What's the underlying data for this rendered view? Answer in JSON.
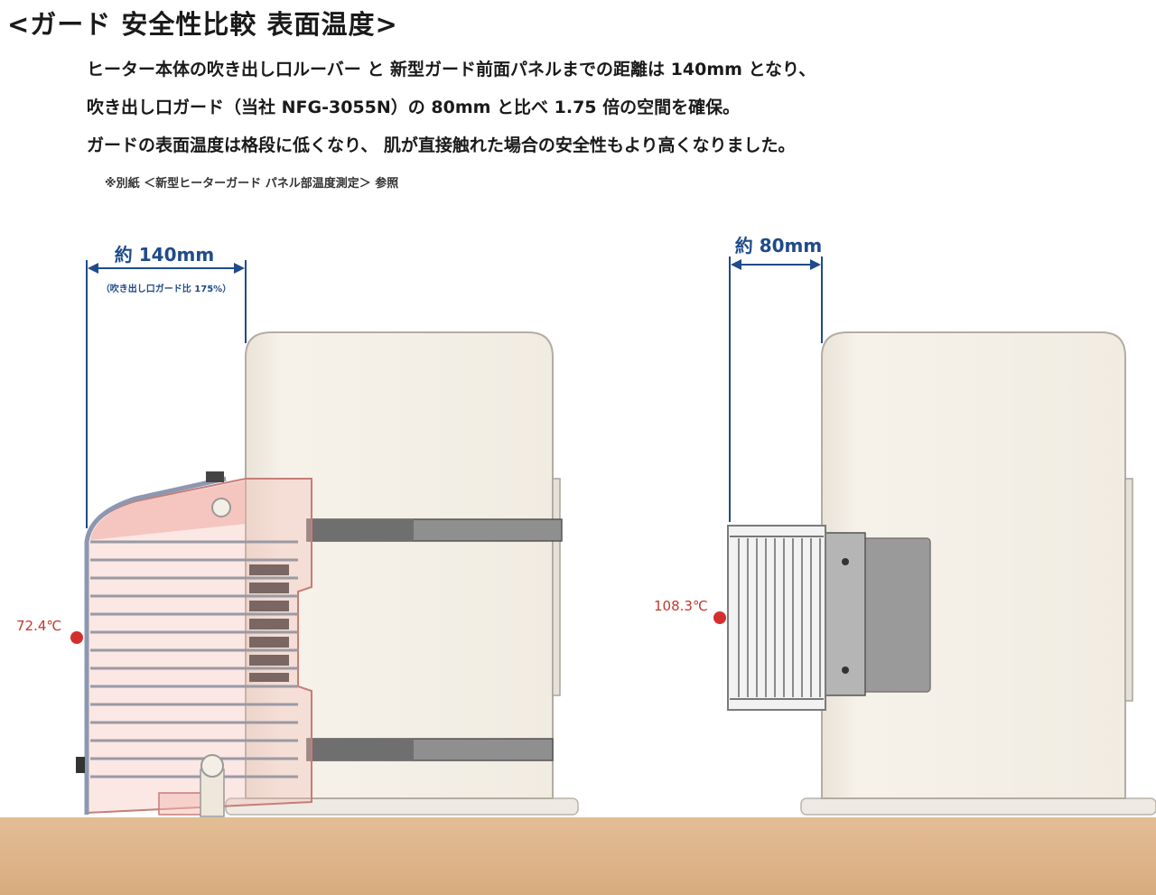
{
  "title": "<ガード 安全性比較 表面温度>",
  "description": {
    "line1": "ヒーター本体の吹き出し口ルーバー と 新型ガード前面パネルまでの距離は 140mm となり、",
    "line2": "吹き出し口ガード（当社 NFG-3055N）の 80mm と比べ 1.75 倍の空間を確保。",
    "line3": "ガードの表面温度は格段に低くなり、 肌が直接触れた場合の安全性もより高くなりました。"
  },
  "note": "※別紙 ＜新型ヒーターガード パネル部温度測定＞ 参照",
  "left_heater": {
    "distance_label": "約 140mm",
    "distance_sub": "（吹き出し口ガード比 175%）",
    "temperature": "72.4℃"
  },
  "right_heater": {
    "distance_label": "約 80mm",
    "temperature": "108.3℃"
  },
  "colors": {
    "dimension": "#1f4b8a",
    "temperature_dot": "#d32f2f",
    "heater_body": "#f4efe6",
    "floor": "#deb58c",
    "guard_pink": "#f3b9b3"
  }
}
